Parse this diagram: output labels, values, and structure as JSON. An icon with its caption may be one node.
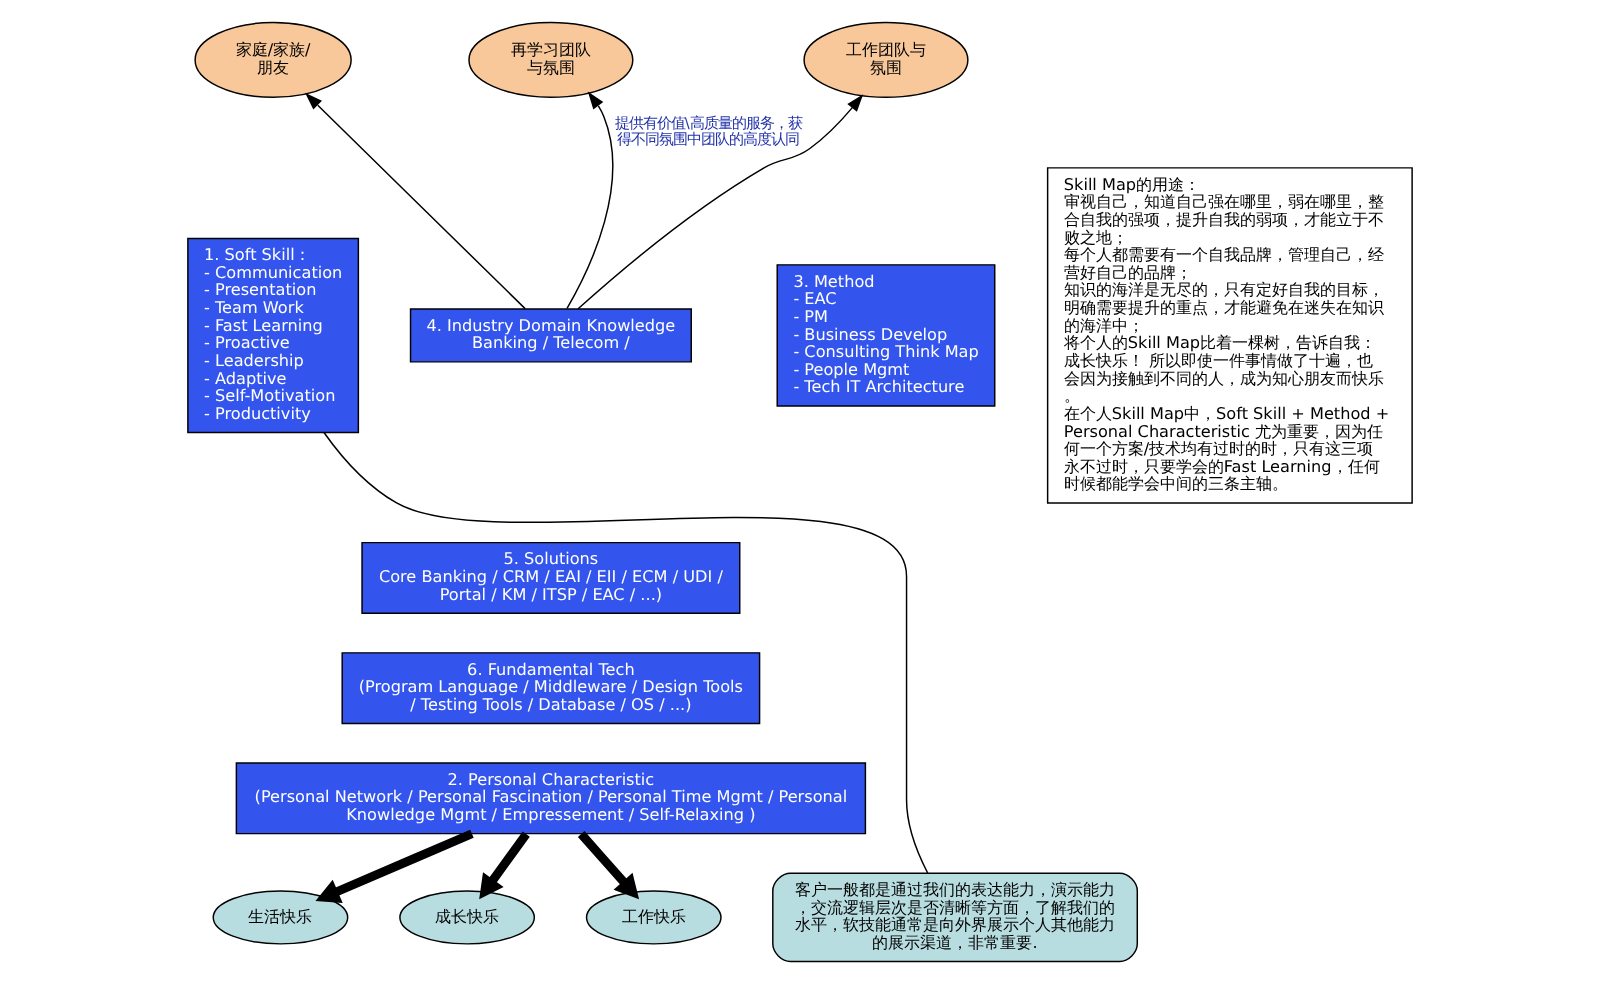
{
  "diagram": {
    "nodes": [
      {
        "text": [
          "家庭/家族/朋友"
        ]
      },
      {
        "text": [
          "再学习团队与氛围"
        ]
      },
      {
        "text": [
          "工作团队与氛围"
        ]
      },
      {
        "text": [
          "Skill Map的用途：",
          "审视自己，知道自己强在哪里，弱在哪里，整合自我的强项，提升自我的弱项，才能立于不败之地；",
          "每个人都需要有一个自我品牌，管理自己，经营好自己的品牌；",
          "知识的海洋是无尽的，只有定好自我的目标，明确需要提升的重点，才能避免在迷失在知识的海洋中；",
          "将个人的Skill Map比着一棵树，告诉自我：成长快乐！ 所以即使一件事情做了十遍，也会因为接触到不同的人，成为知心朋友而快乐。",
          "在个人Skill Map中，Soft Skill + Method + Personal Characteristic 尤为重要，因为任何一个方案/技术均有过时的时，只有这三项永不过时，只要学会的Fast Learning，任何时候都能学会中间的三条主轴。"
        ]
      },
      {
        "text": [
          "1. Soft Skill :",
          "- Communication",
          "- Presentation",
          "- Team Work",
          "- Fast Learning",
          "- Proactive",
          "- Leadership",
          "- Adaptive",
          "- Self-Motivation",
          "- Productivity"
        ]
      },
      {
        "text": [
          "4. Industry Domain Knowledge",
          "Banking / Telecom /"
        ]
      },
      {
        "text": [
          "5. Solutions",
          "Core Banking / CRM / EAI / EII / ECM / UDI / Portal / KM / ITSP / EAC / ...)"
        ]
      },
      {
        "text": [
          "6. Fundamental Tech",
          "(Program Language / Middleware / Design Tools / Testing Tools / Database / OS / ...)"
        ]
      },
      {
        "text": [
          "3. Method",
          "- EAC",
          "- PM",
          "- Business Develop",
          "- Consulting Think Map",
          "- People Mgmt",
          "- Tech IT Architecture"
        ]
      },
      {
        "text": [
          "2. Personal Characteristic",
          "(Personal Network / Personal Fascination / Personal Time Mgmt / Personal Knowledge Mgmt / Empressement / Self-Relaxing )"
        ]
      },
      {
        "text": [
          "生活快乐"
        ]
      },
      {
        "text": [
          "成长快乐"
        ]
      },
      {
        "text": [
          "工作快乐"
        ]
      },
      {
        "text": [
          "客户一般都是通过我们的表达能力，演示能力，交流逻辑层次是否清晰等方面，了解我们的水平，软技能通常是向外界展示个人其他能力的展示渠道，非常重要."
        ]
      }
    ],
    "edges": [
      {
        "from": 5,
        "to": 0,
        "arrow": "to"
      },
      {
        "from": 5,
        "to": 1,
        "arrow": "to",
        "label": "提供有价值\\高质量的服务，获得不同氛围中团队的高度认同"
      },
      {
        "from": 5,
        "to": 2,
        "arrow": "to"
      },
      {
        "from": 9,
        "to": 10,
        "arrow": "to",
        "style": "thick"
      },
      {
        "from": 9,
        "to": 11,
        "arrow": "to",
        "style": "thick"
      },
      {
        "from": 9,
        "to": 12,
        "arrow": "to",
        "style": "thick"
      },
      {
        "from": 13,
        "to": 4,
        "arrow": "none"
      }
    ]
  }
}
